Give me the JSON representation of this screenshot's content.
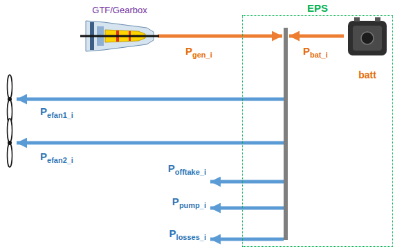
{
  "diagram": {
    "nodes": [
      {
        "text": [
          "GTF/Gearbox"
        ]
      },
      {
        "text": [
          "EPS"
        ]
      },
      {
        "text": [
          "batt"
        ],
        "in": 1
      }
    ],
    "labels": [
      "Pgen_i",
      "Pbat_i",
      "Pefan1_i",
      "Pefan2_i",
      "Pofftake_i",
      "Ppump_i",
      "Plosses_i"
    ]
  }
}
